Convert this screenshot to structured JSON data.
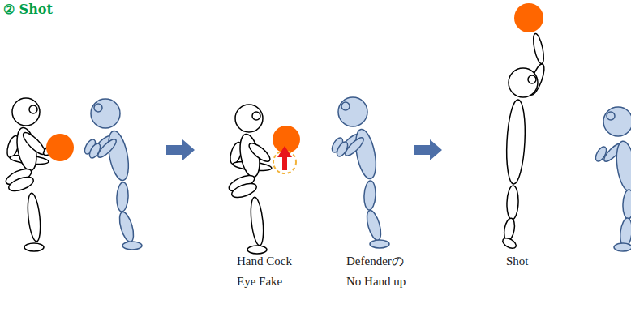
{
  "diagram": {
    "title": "② Shot",
    "labels": [
      "Hand Cock",
      "Eye Fake",
      "Defenderの",
      "No Hand up",
      "Shot"
    ]
  }
}
